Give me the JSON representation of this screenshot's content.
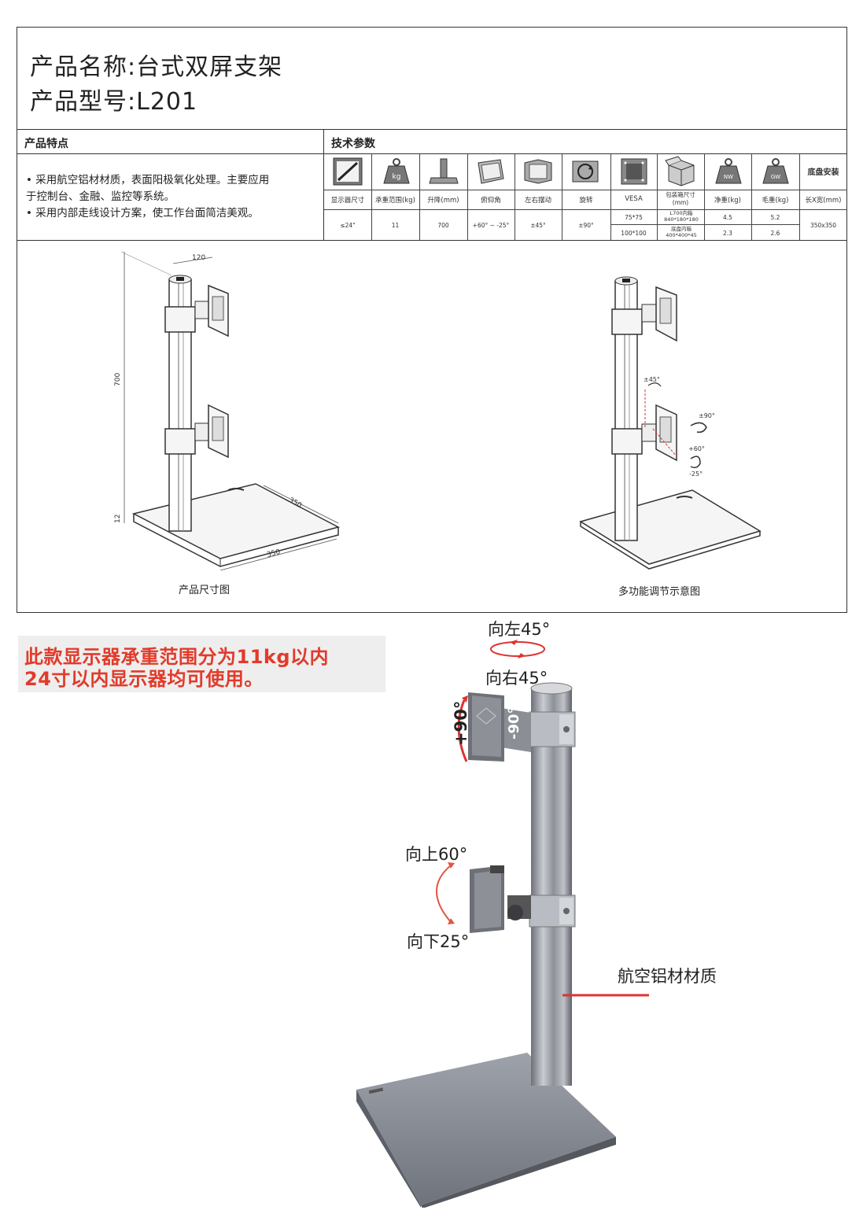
{
  "header": {
    "product_name": "产品名称:台式双屏支架",
    "product_model": "产品型号:L201"
  },
  "features": {
    "label": "产品特点",
    "items": [
      "• 采用航空铝材材质，表面阳极氧化处理。主要应用",
      "于控制台、金融、监控等系统。",
      "• 采用内部走线设计方案，使工作台面简洁美观。"
    ]
  },
  "specs": {
    "label": "技术参数",
    "columns": [
      {
        "icon": "screen-size-icon",
        "header": "显示器尺寸",
        "value": "≤24\""
      },
      {
        "icon": "weight-icon",
        "header": "承重范围(kg)",
        "value": "11"
      },
      {
        "icon": "lift-icon",
        "header": "升降(mm)",
        "value": "700"
      },
      {
        "icon": "tilt-icon",
        "header": "俯仰角",
        "value": "+60° ~ -25°"
      },
      {
        "icon": "swivel-icon",
        "header": "左右摆动",
        "value": "±45°"
      },
      {
        "icon": "rotate-icon",
        "header": "旋转",
        "value": "±90°"
      }
    ],
    "vesa": {
      "header": "VESA",
      "values": [
        "75*75",
        "100*100"
      ]
    },
    "package": {
      "header": "包装箱尺寸(mm)",
      "values": [
        "L700内箱 840*180*180",
        "底盘内箱 400*400*45"
      ]
    },
    "net_weight": {
      "header": "净重(kg)",
      "values": [
        "4.5",
        "2.3"
      ]
    },
    "gross_weight": {
      "header": "毛重(kg)",
      "values": [
        "5.2",
        "2.6"
      ]
    },
    "base": {
      "title": "底盘安装",
      "header": "长X宽(mm)",
      "value": "350x350"
    }
  },
  "drawings": {
    "dims": {
      "width": "120",
      "height": "700",
      "base_thickness": "12",
      "base_depth": "350",
      "base_width": "350"
    },
    "left_caption": "产品尺寸图",
    "right_caption": "多功能调节示意图",
    "right_labels": {
      "swivel": "±45°",
      "rotate": "±90°",
      "tilt_up": "+60°",
      "tilt_down": "-25°"
    }
  },
  "promo": {
    "line1": "此款显示器承重范围分为11kg以内",
    "line2": "24寸以内显示器均可使用。"
  },
  "photo": {
    "left45": "向左45°",
    "right45": "向右45°",
    "rot_plus": "+90°",
    "rot_minus": "-90°",
    "up60": "向上60°",
    "down25": "向下25°",
    "material": "航空铝材材质"
  }
}
